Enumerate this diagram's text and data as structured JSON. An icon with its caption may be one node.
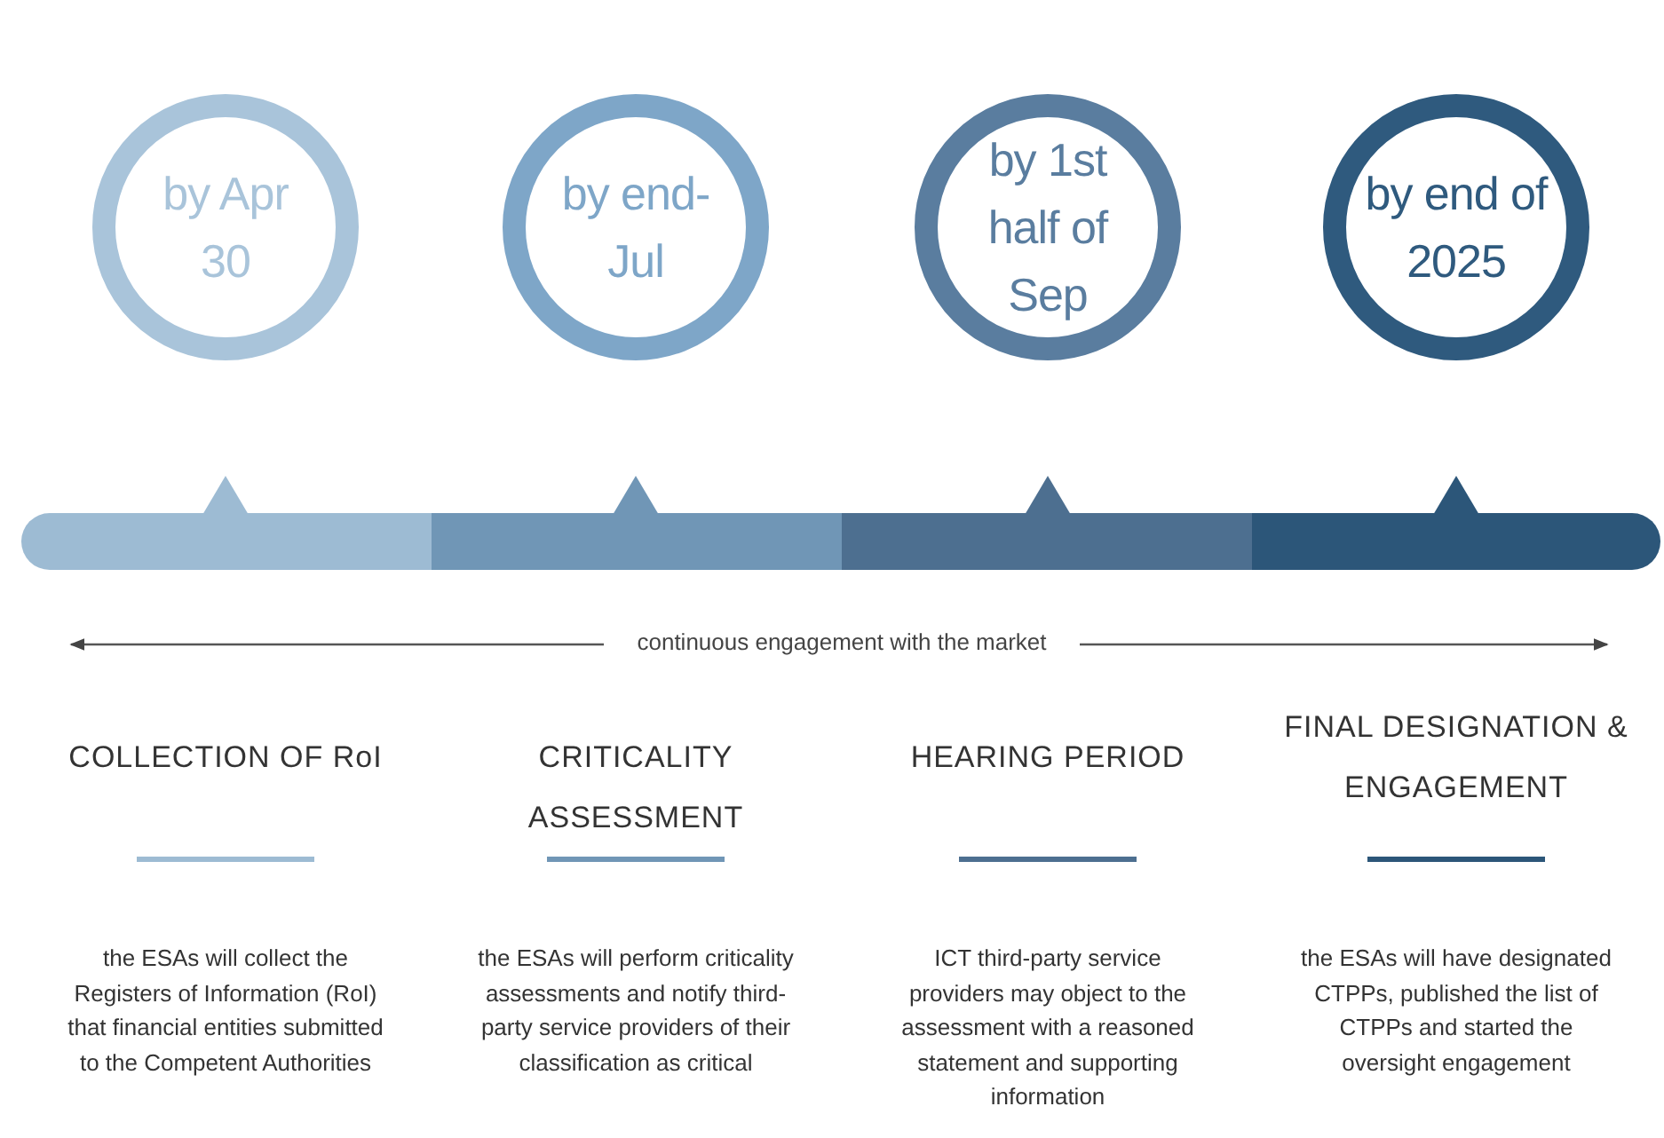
{
  "diagram": {
    "nodes": [
      {
        "text": [
          "by Apr 30"
        ]
      },
      {
        "text": [
          "by end-Jul"
        ]
      },
      {
        "text": [
          "by 1st half of Sep"
        ]
      },
      {
        "text": [
          "by end of 2025"
        ]
      }
    ],
    "labels": [
      "continuous engagement with the market",
      "COLLECTION OF RoI",
      "CRITICALITY ASSESSMENT",
      "HEARING PERIOD",
      "FINAL DESIGNATION & ENGAGEMENT",
      "the ESAs will collect the Registers of Information (RoI) that financial entities submitted to the Competent Authorities",
      "the ESAs will perform criticality assessments and notify third-party service providers of their classification as critical",
      "ICT third-party service providers may object to the assessment with a reasoned statement and supporting information",
      "the ESAs will have designated CTPPs, published the list of CTPPs and started the oversight engagement"
    ]
  }
}
